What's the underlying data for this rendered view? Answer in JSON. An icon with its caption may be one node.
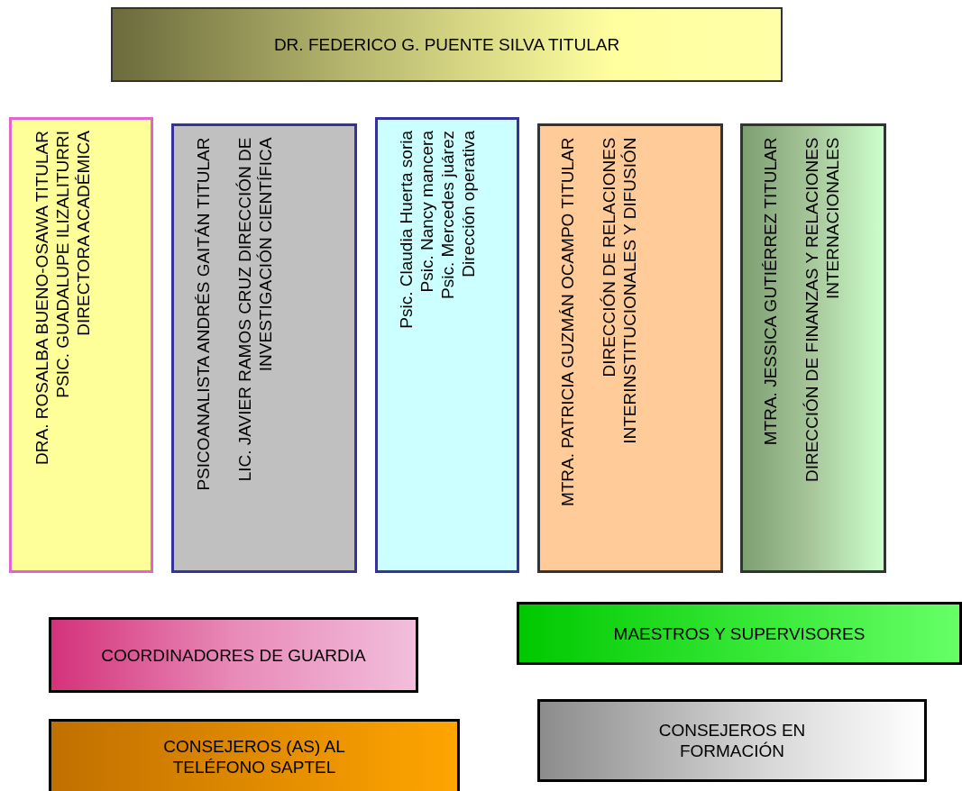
{
  "diagram": {
    "nodes": [
      {
        "text": [
          "DR. FEDERICO G. PUENTE SILVA TITULAR"
        ]
      },
      {
        "text": [
          "DRA. ROSALBA BUENO-OSAWA TITULAR",
          "PSIC. GUADALUPE ILIZALITURRI DIRECTORA ACADÉMICA"
        ]
      },
      {
        "text": [
          "PSICOANALISTA ANDRÉS GAITÁN TITULAR",
          "LIC. JAVIER RAMOS CRUZ DIRECCIÓN DE INVESTIGACIÓN CIENTÍFICA"
        ]
      },
      {
        "text": [
          "Psic. Claudia Huerta soria",
          "Psic. Nancy mancera",
          "Psic. Mercedes juárez",
          "Dirección operativa"
        ]
      },
      {
        "text": [
          "MTRA. PATRICIA GUZMÁN OCAMPO TITULAR",
          "DIRECCIÓN DE RELACIONES INTERINSTITUCIONALES Y DIFUSIÓN"
        ]
      },
      {
        "text": [
          "MTRA. JESSICA GUTIÉRREZ TITULAR",
          "DIRECCIÓN DE FINANZAS Y RELACIONES INTERNACIONALES"
        ]
      },
      {
        "text": [
          "COORDINADORES DE GUARDIA"
        ]
      },
      {
        "text": [
          "MAESTROS Y SUPERVISORES"
        ]
      },
      {
        "text": [
          "CONSEJEROS (AS) AL TELÉFONO SAPTEL"
        ]
      },
      {
        "text": [
          "CONSEJEROS EN FORMACIÓN"
        ]
      }
    ],
    "edges": []
  }
}
